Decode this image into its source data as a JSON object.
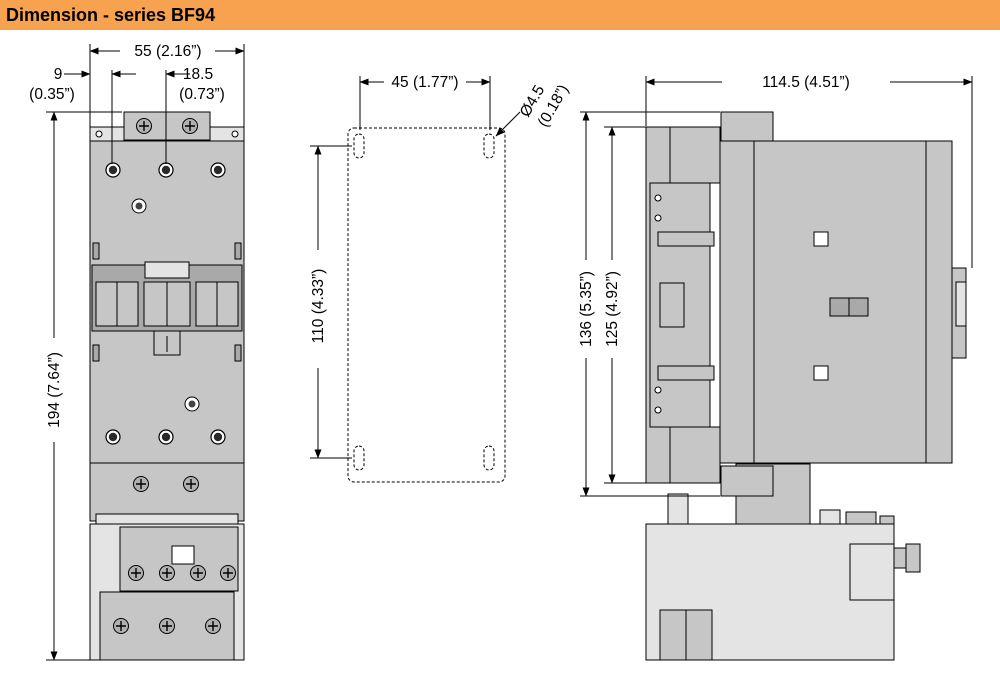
{
  "header": {
    "title": "Dimension - series BF94"
  },
  "colors": {
    "header_bg": "#f7a24f",
    "body_gray": "#c6c6c6",
    "body_dark": "#a9a9a9",
    "body_light": "#e4e4e4"
  },
  "front_view": {
    "dim_width": "55 (2.16”)",
    "dim_left_value": "9",
    "dim_left_inch": "(0.35”)",
    "dim_right_value": "18.5",
    "dim_right_inch": "(0.73”)",
    "dim_height": "194 (7.64”)"
  },
  "mounting_view": {
    "dim_hole_spacing": "45 (1.77”)",
    "dim_hole_dia_value": "Ø4.5",
    "dim_hole_dia_inch": "(0.18”)",
    "dim_vertical": "110 (4.33”)"
  },
  "side_view": {
    "dim_depth": "114.5 (4.51”)",
    "dim_height_outer": "136 (5.35”)",
    "dim_height_inner": "125 (4.92”)"
  }
}
